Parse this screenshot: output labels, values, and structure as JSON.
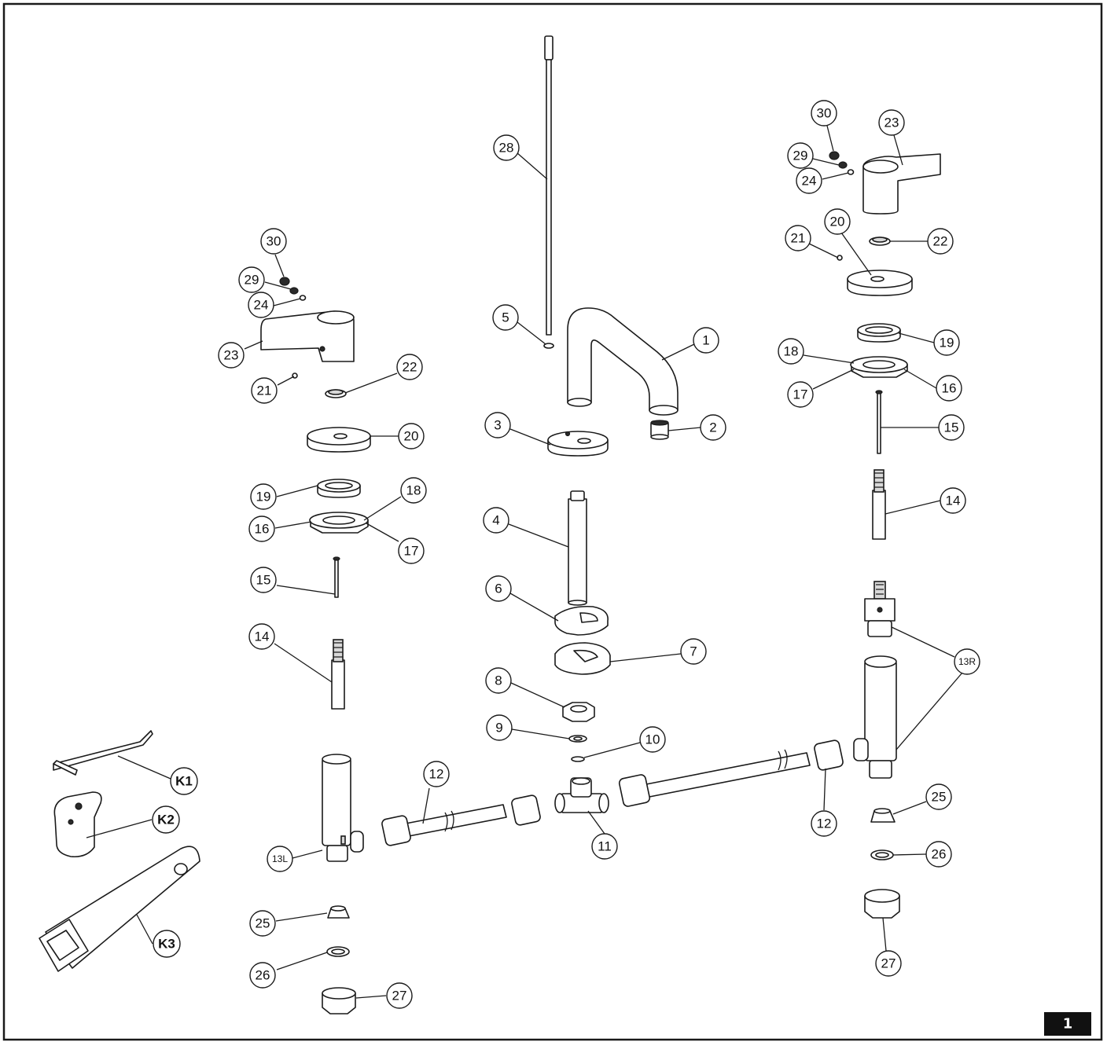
{
  "page_number": "1",
  "callouts": {
    "c1": "1",
    "c2": "2",
    "c3": "3",
    "c4": "4",
    "c5": "5",
    "c6": "6",
    "c7": "7",
    "c8": "8",
    "c9": "9",
    "c10": "10",
    "c11": "11",
    "c12": "12",
    "c13L": "13L",
    "c13R": "13R",
    "c14": "14",
    "c15": "15",
    "c16": "16",
    "c17": "17",
    "c18": "18",
    "c19": "19",
    "c20": "20",
    "c21": "21",
    "c22": "22",
    "c23": "23",
    "c24": "24",
    "c25": "25",
    "c26": "26",
    "c27": "27",
    "c28": "28",
    "c29": "29",
    "c30": "30",
    "cK1": "K1",
    "cK2": "K2",
    "cK3": "K3"
  }
}
